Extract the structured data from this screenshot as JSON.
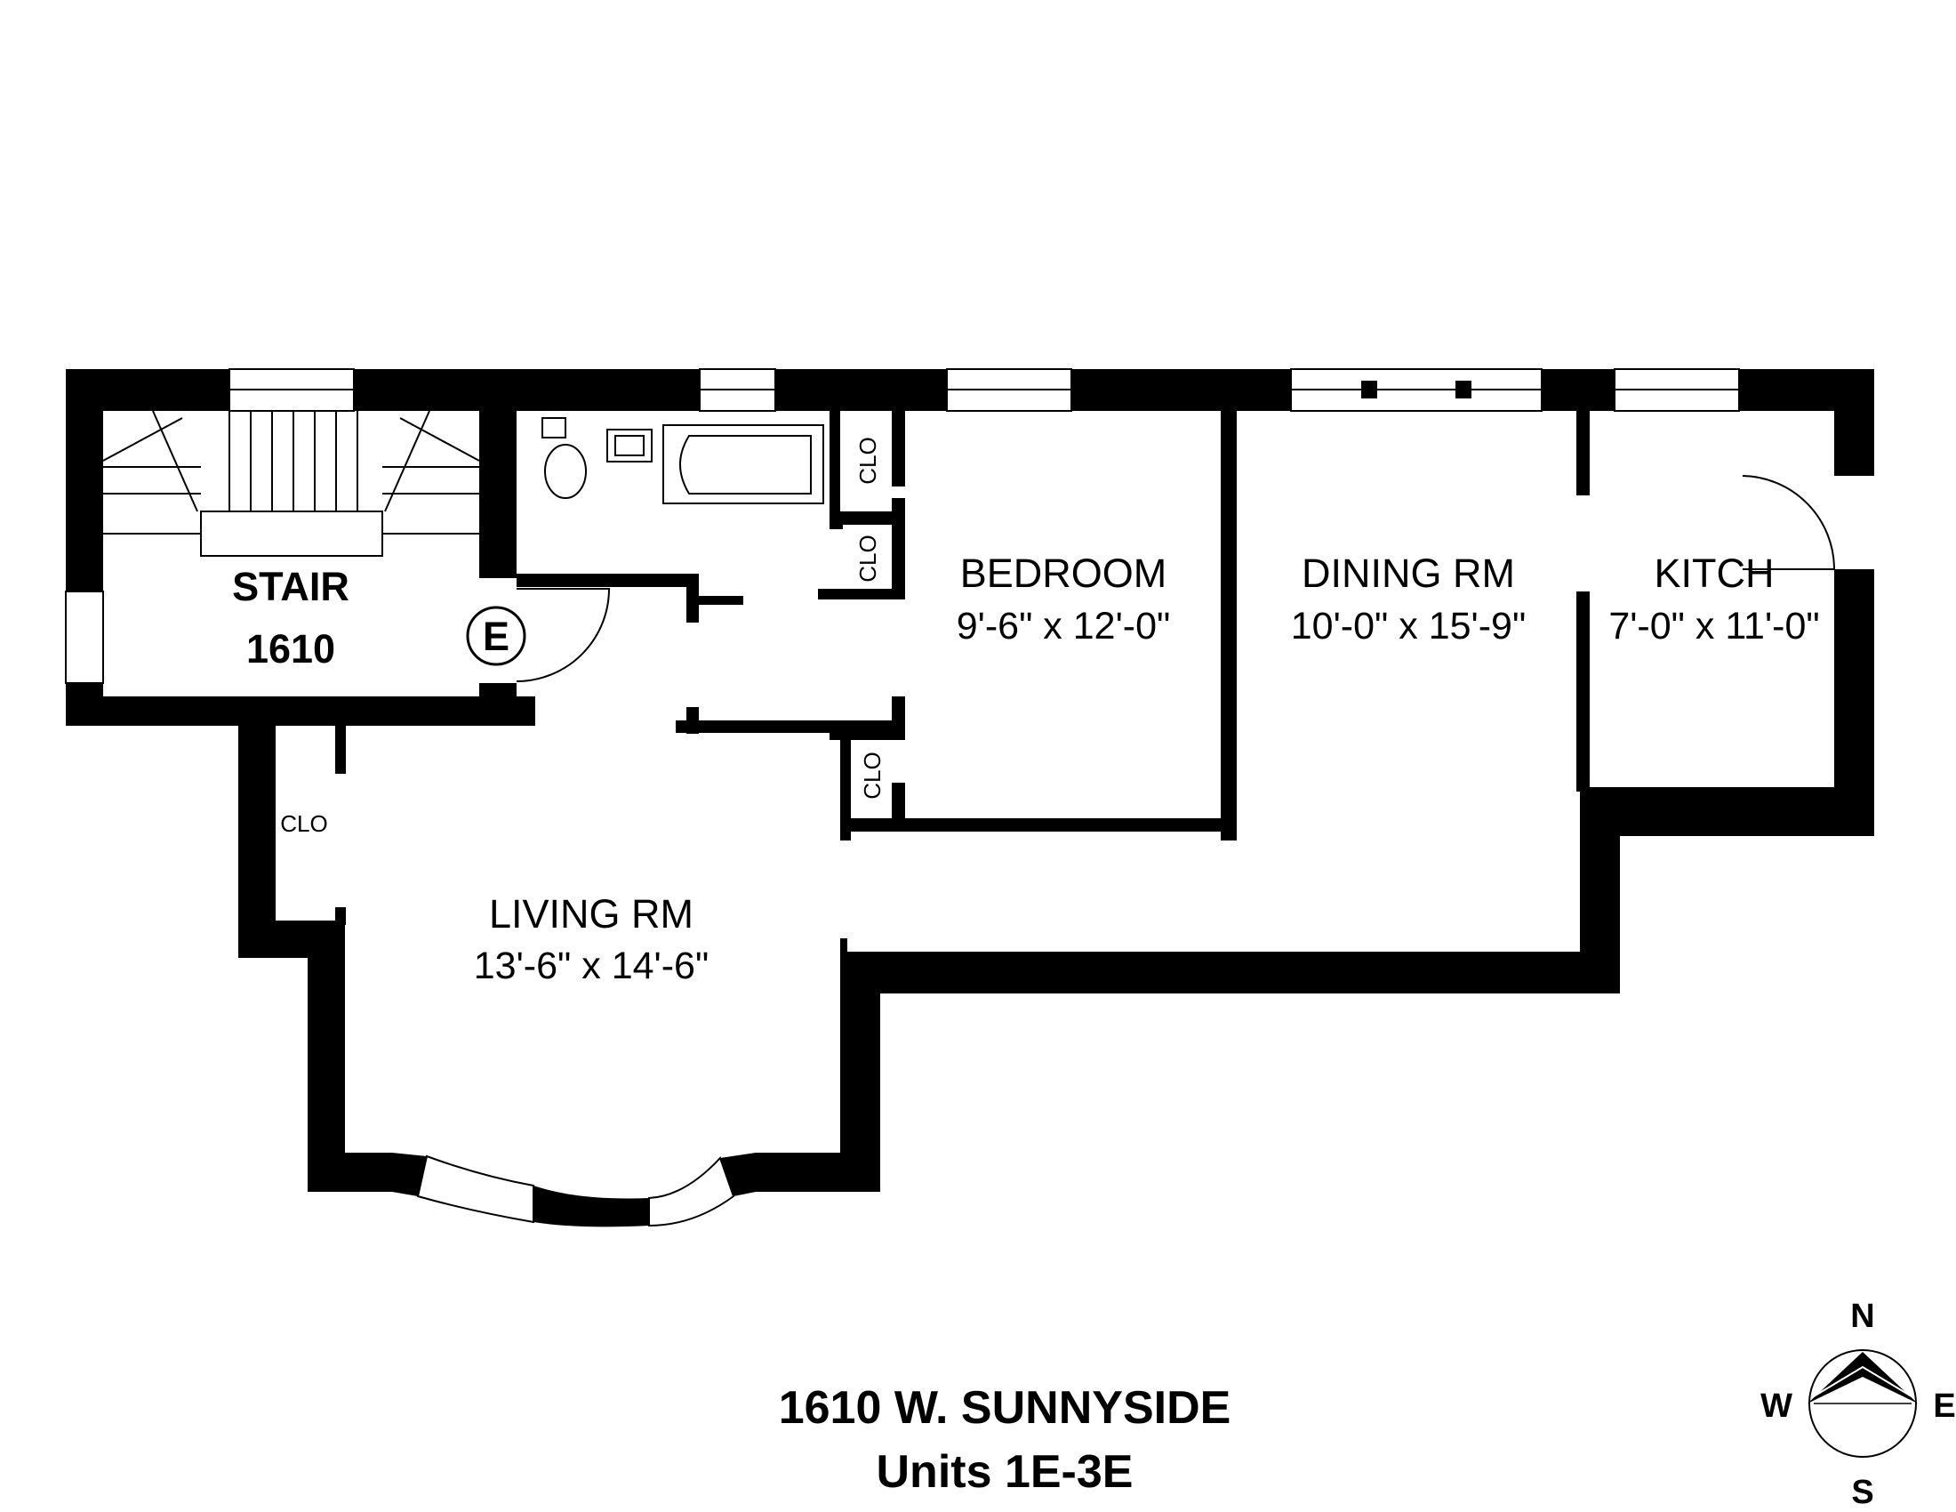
{
  "rooms": {
    "stair": {
      "name": "STAIR",
      "number": "1610"
    },
    "entry_marker": "E",
    "bedroom": {
      "name": "BEDROOM",
      "size": "9'-6\" x 12'-0\""
    },
    "dining": {
      "name": "DINING RM",
      "size": "10'-0\" x 15'-9\""
    },
    "kitchen": {
      "name": "KITCH",
      "size": "7'-0\" x 11'-0\""
    },
    "living": {
      "name": "LIVING RM",
      "size": "13'-6\" x 14'-6\""
    },
    "closet_label": "CLO"
  },
  "title": {
    "address": "1610 W. SUNNYSIDE",
    "units": "Units 1E-3E"
  },
  "compass": {
    "n": "N",
    "s": "S",
    "e": "E",
    "w": "W"
  }
}
